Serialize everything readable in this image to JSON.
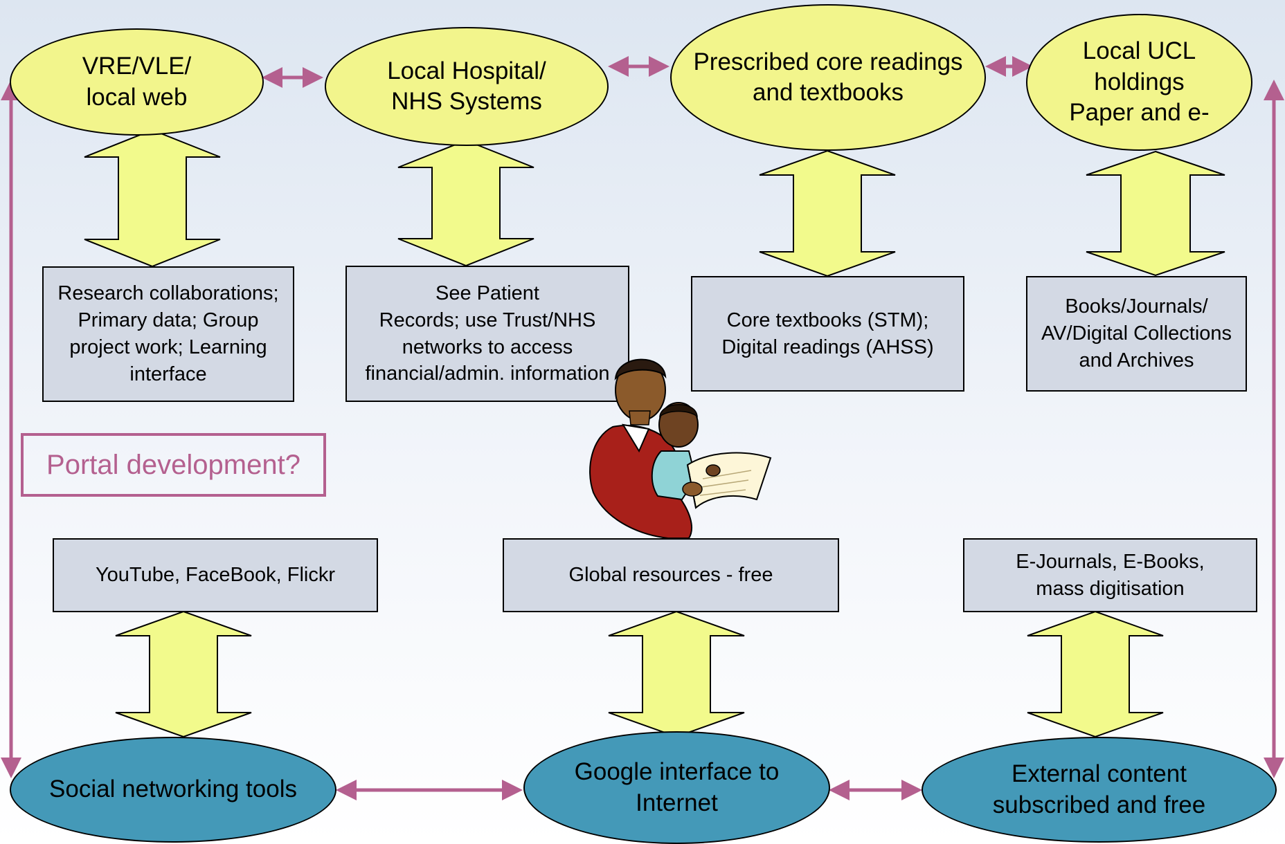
{
  "top_nodes": [
    {
      "label": "VRE/VLE/\nlocal web"
    },
    {
      "label": "Local Hospital/\nNHS Systems"
    },
    {
      "label": "Prescribed core readings\nand textbooks"
    },
    {
      "label": "Local UCL\nholdings\nPaper and e-"
    }
  ],
  "top_boxes": [
    {
      "text": "Research collaborations;\nPrimary data; Group\nproject work; Learning\ninterface"
    },
    {
      "text": "See Patient\nRecords; use Trust/NHS\nnetworks to access\nfinancial/admin. information"
    },
    {
      "text": "Core textbooks (STM);\nDigital readings (AHSS)"
    },
    {
      "text": "Books/Journals/\nAV/Digital Collections\nand Archives"
    }
  ],
  "portal_label": "Portal development?",
  "bottom_boxes": [
    {
      "text": "YouTube, FaceBook, Flickr"
    },
    {
      "text": "Global resources - free"
    },
    {
      "text": "E-Journals, E-Books,\nmass digitisation"
    }
  ],
  "bottom_nodes": [
    {
      "label": "Social networking tools"
    },
    {
      "label": "Google interface to\nInternet"
    },
    {
      "label": "External content\nsubscribed and free"
    }
  ],
  "colors": {
    "yellow_node": "#f2f58c",
    "blue_node": "#4499b8",
    "box_fill": "#d3d9e4",
    "connector": "#b4608f",
    "arrow_fill": "#f2fa8c"
  }
}
